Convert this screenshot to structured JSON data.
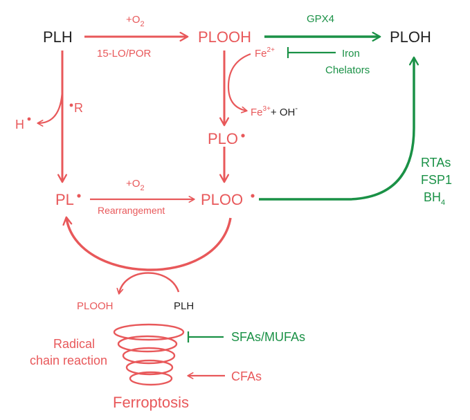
{
  "colors": {
    "red": "#e8585a",
    "green": "#1a9146",
    "dark": "#222222"
  },
  "labels": {
    "plh": "PLH",
    "plooh": "PLOOH",
    "ploh": "PLOH",
    "gpx4": "GPX4",
    "o2_top": "+O",
    "o2_sub": "2",
    "lo_por": "15-LO/POR",
    "fe2": "Fe",
    "fe2_sup": "2+",
    "iron": "Iron",
    "chelators": "Chelators",
    "fe3": "Fe",
    "fe3_sup": "3+",
    "plus_oh": "+ OH",
    "oh_sup": "-",
    "plo": "PLO",
    "h_dot": "H",
    "r_dot": "R",
    "pl_dot": "PL",
    "o2_mid": "+O",
    "o2_mid_sub": "2",
    "rearrangement": "Rearrangement",
    "ploo": "PLOO",
    "rtas": "RTAs",
    "fsp1": "FSP1",
    "bh": "BH",
    "bh_sub": "4",
    "plooh_bottom": "PLOOH",
    "plh_bottom": "PLH",
    "radical": "Radical",
    "chain_reaction": "chain reaction",
    "sfas_mufas": "SFAs/MUFAs",
    "cfas": "CFAs",
    "ferroptosis": "Ferroptosis"
  }
}
